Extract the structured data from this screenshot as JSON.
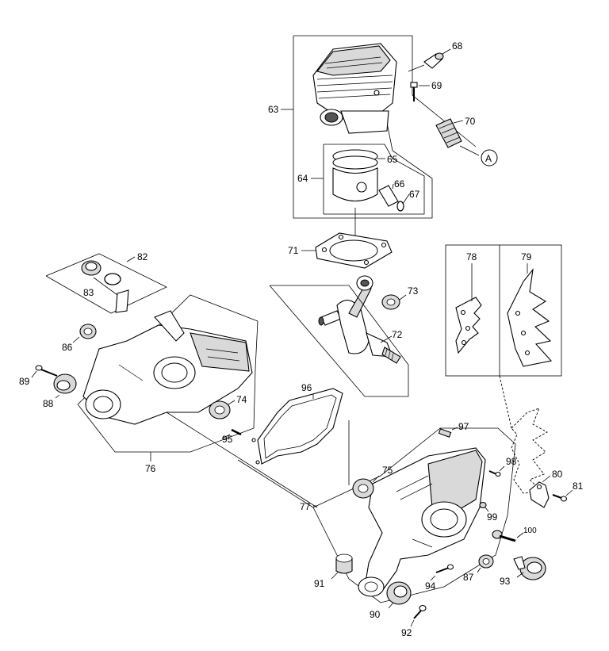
{
  "labels": {
    "p63": "63",
    "p64": "64",
    "p65": "65",
    "p66": "66",
    "p67": "67",
    "p68": "68",
    "p69": "69",
    "p70": "70",
    "ref_a": "A",
    "p71": "71",
    "p72": "72",
    "p73": "73",
    "p74": "74",
    "p75": "75",
    "p76": "76",
    "p77": "77",
    "p78": "78",
    "p79": "79",
    "p80": "80",
    "p81": "81",
    "p82": "82",
    "p83": "83",
    "p86": "86",
    "p87": "87",
    "p88": "88",
    "p89": "89",
    "p90": "90",
    "p91": "91",
    "p92": "92",
    "p93": "93",
    "p94": "94",
    "p95": "95",
    "p96": "96",
    "p97": "97",
    "p98": "98",
    "p99": "99",
    "p100": "100"
  }
}
